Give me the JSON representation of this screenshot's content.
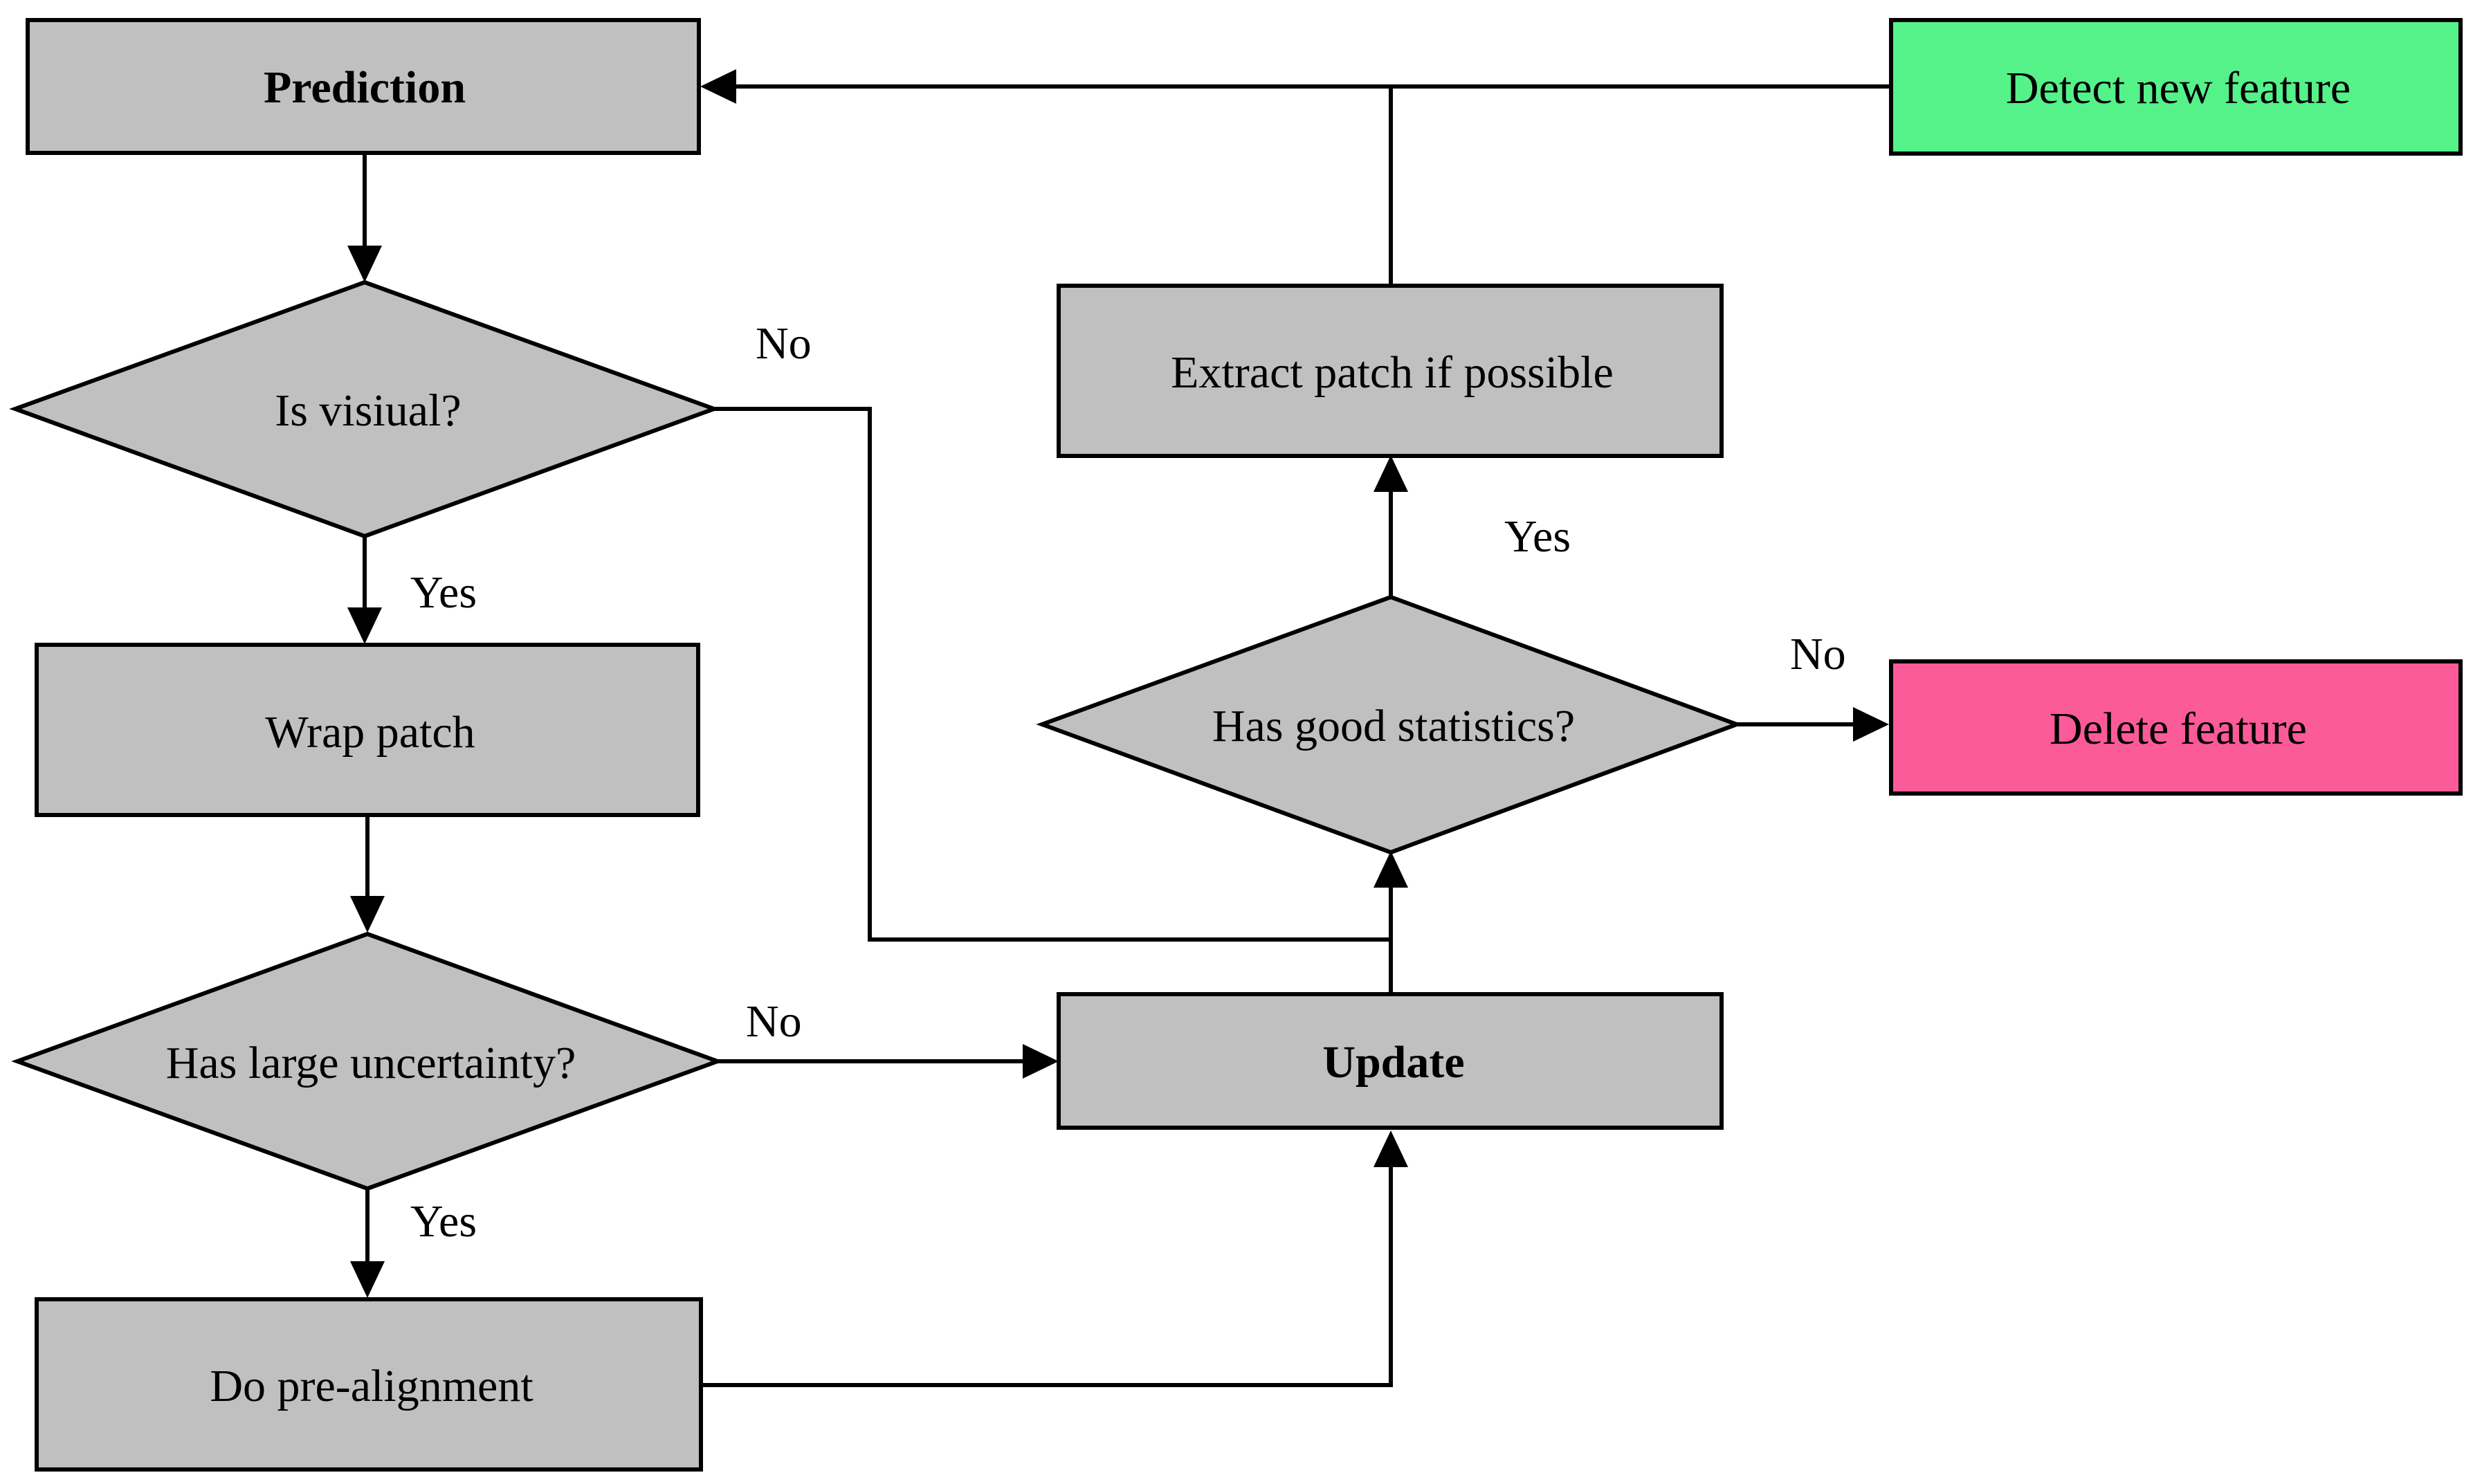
{
  "nodes": {
    "prediction": {
      "label": "Prediction",
      "fill": "#c0c0c0"
    },
    "is_visual": {
      "label": "Is visiual?",
      "fill": "#c0c0c0"
    },
    "wrap_patch": {
      "label": "Wrap patch",
      "fill": "#c0c0c0"
    },
    "has_large_uncertainty": {
      "label": "Has large uncertainty?",
      "fill": "#c0c0c0"
    },
    "do_pre_alignment": {
      "label": "Do pre-alignment",
      "fill": "#c0c0c0"
    },
    "update": {
      "label": "Update",
      "fill": "#c0c0c0"
    },
    "has_good_statistics": {
      "label": "Has good statistics?",
      "fill": "#c0c0c0"
    },
    "extract_patch": {
      "label": "Extract patch if possible",
      "fill": "#c0c0c0"
    },
    "detect_new_feature": {
      "label": "Detect new feature",
      "fill": "#55f28a"
    },
    "delete_feature": {
      "label": "Delete feature",
      "fill": "#fb5b98"
    }
  },
  "edge_labels": {
    "is_visual_no": "No",
    "is_visual_yes": "Yes",
    "uncertainty_no": "No",
    "uncertainty_yes": "Yes",
    "statistics_yes": "Yes",
    "statistics_no": "No"
  }
}
